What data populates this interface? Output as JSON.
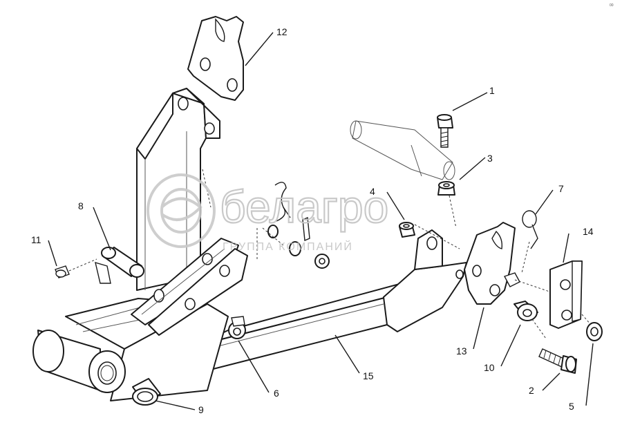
{
  "watermark": {
    "brand": "белагро",
    "tagline": "ГРУППА КОМПАНИЙ"
  },
  "corner_code": "00",
  "callouts": [
    {
      "id": "1",
      "label": "1"
    },
    {
      "id": "2",
      "label": "2"
    },
    {
      "id": "3",
      "label": "3"
    },
    {
      "id": "4",
      "label": "4"
    },
    {
      "id": "5",
      "label": "5"
    },
    {
      "id": "6",
      "label": "6"
    },
    {
      "id": "7",
      "label": "7"
    },
    {
      "id": "8",
      "label": "8"
    },
    {
      "id": "9",
      "label": "9"
    },
    {
      "id": "10",
      "label": "10"
    },
    {
      "id": "11",
      "label": "11"
    },
    {
      "id": "12",
      "label": "12"
    },
    {
      "id": "13",
      "label": "13"
    },
    {
      "id": "14",
      "label": "14"
    },
    {
      "id": "15",
      "label": "15"
    }
  ]
}
